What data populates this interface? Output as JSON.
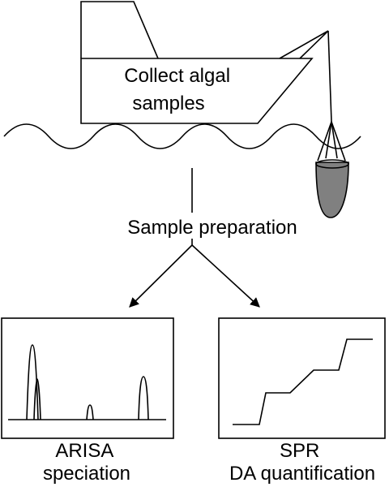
{
  "diagram": {
    "boat_label": {
      "line1": "Collect algal",
      "line2": "samples"
    },
    "step_label": "Sample preparation",
    "left_panel_caption": {
      "line1": "ARISA",
      "line2": "speciation"
    },
    "right_panel_caption": {
      "line1": "SPR",
      "line2": "DA quantification"
    }
  },
  "colors": {
    "line": "#000000",
    "sampler_fill": "#808080",
    "background": "#ffffff"
  }
}
